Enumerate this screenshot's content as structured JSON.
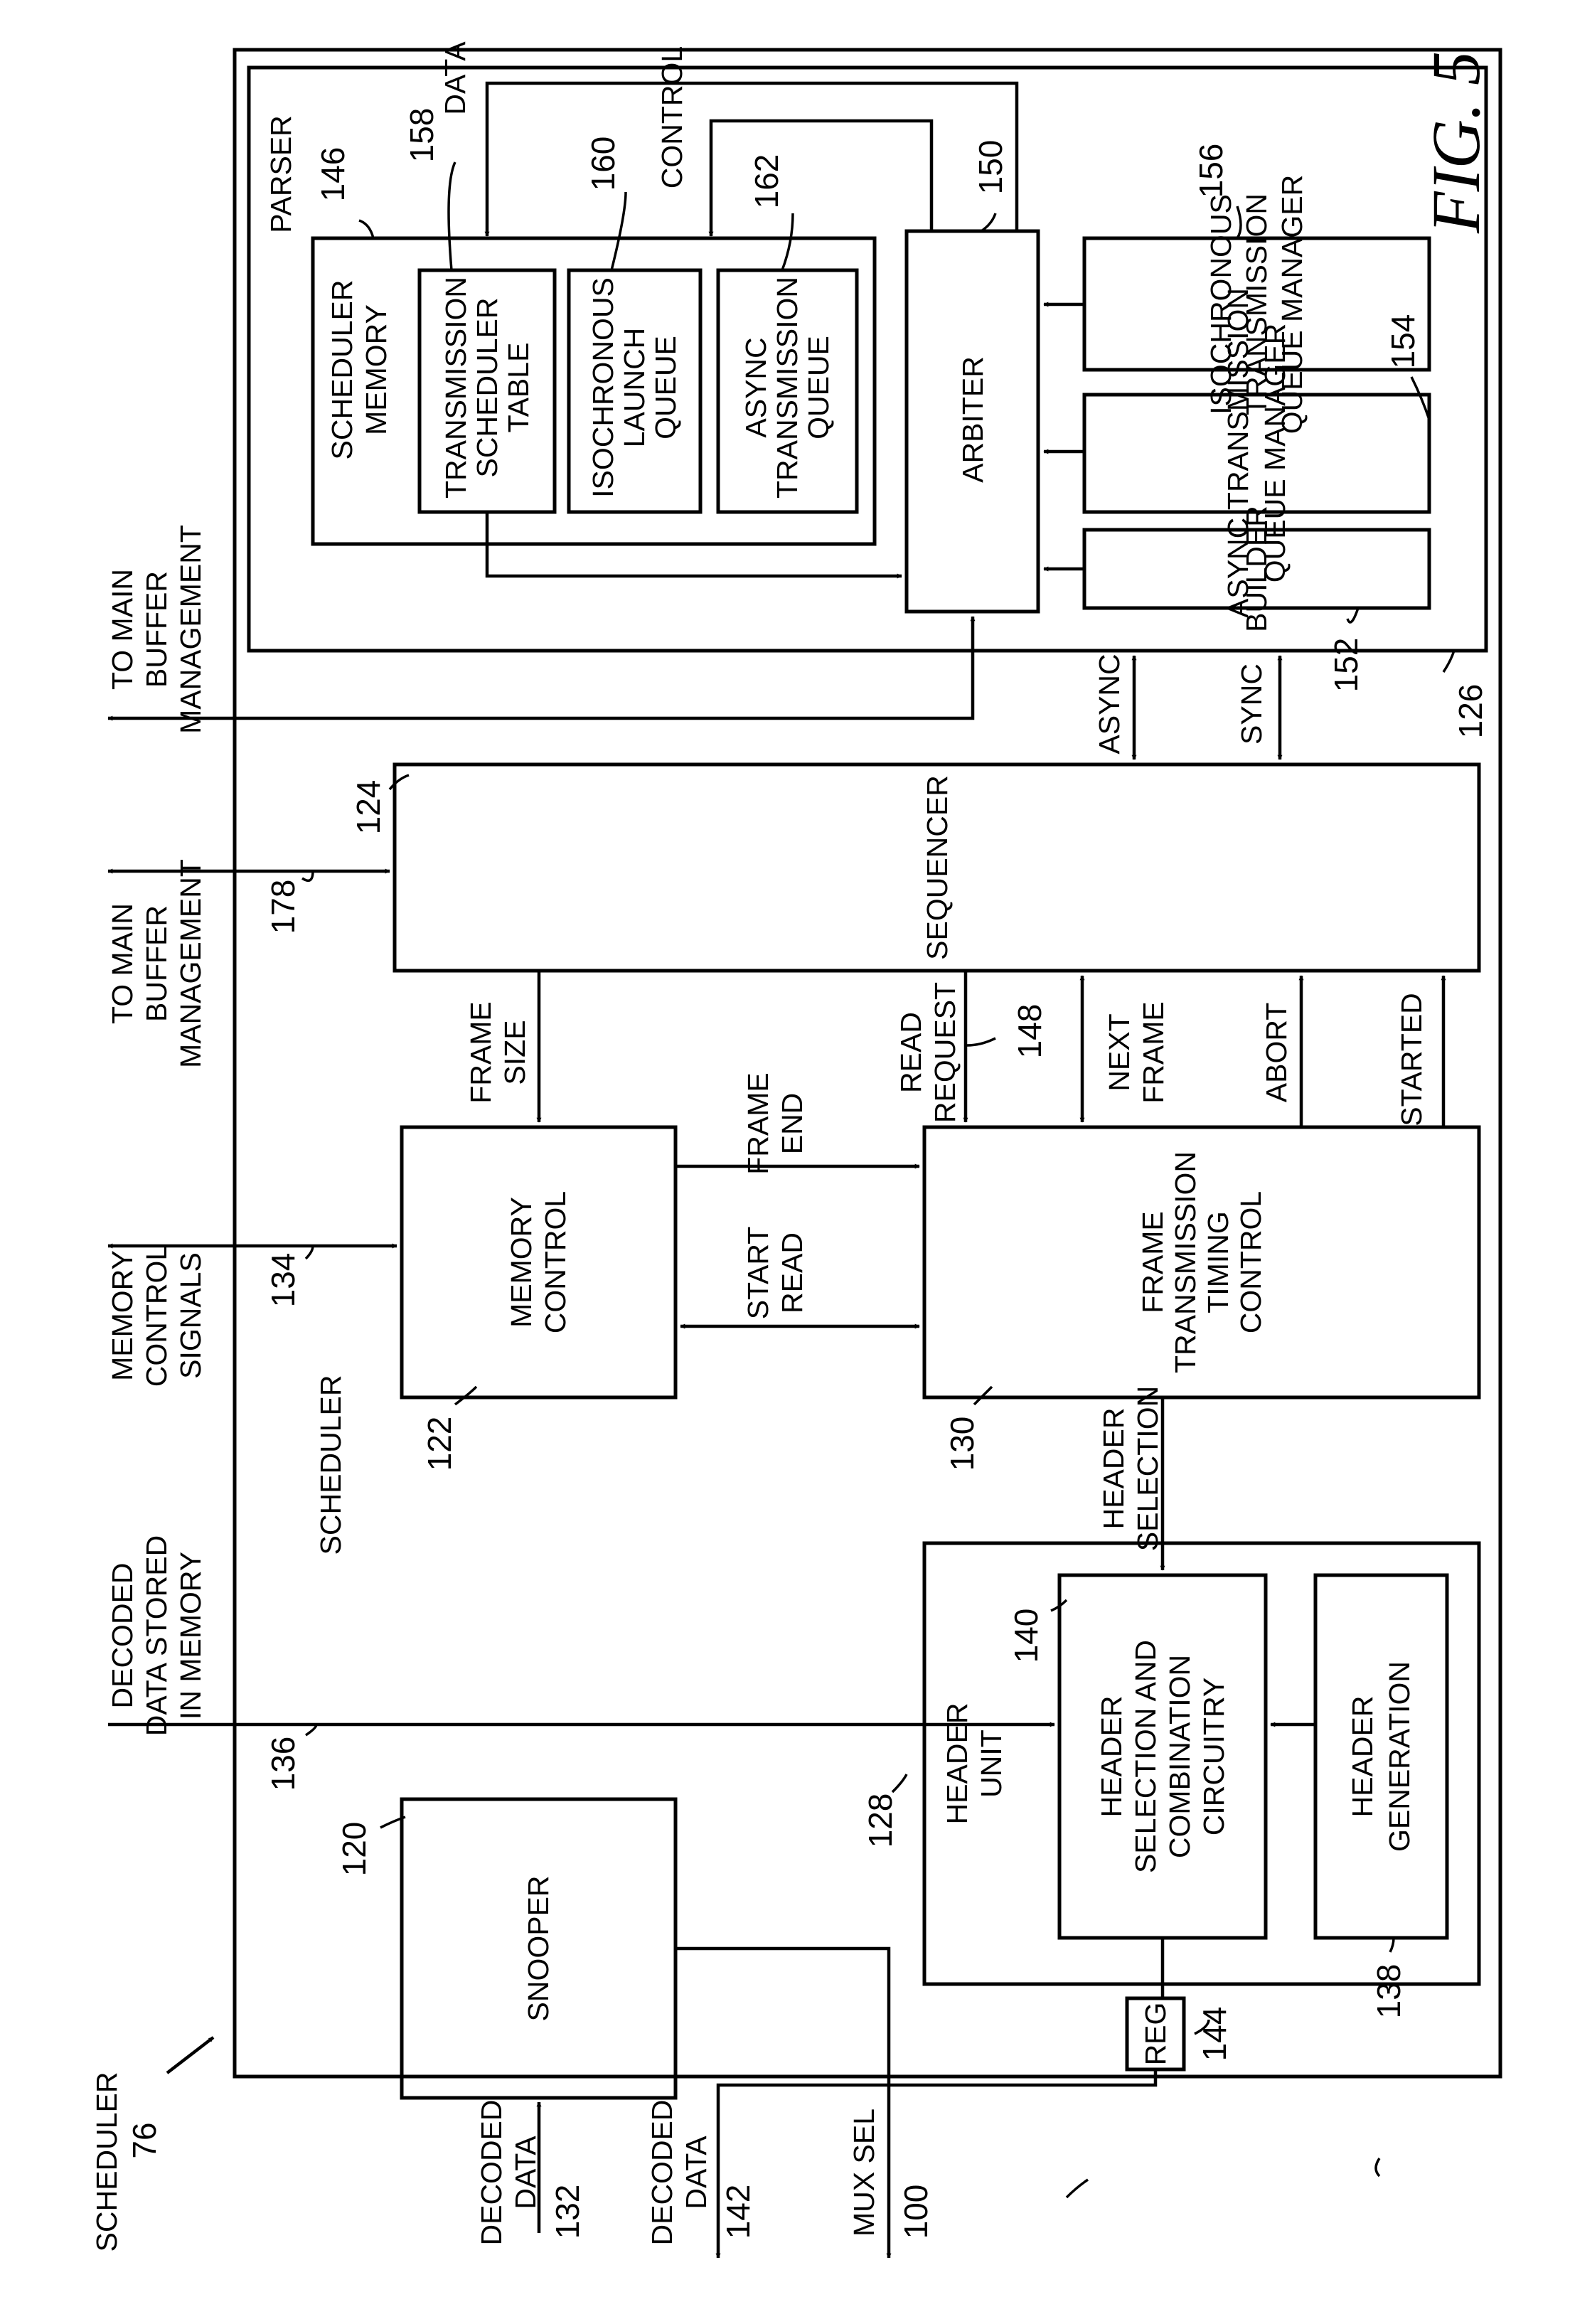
{
  "figure": {
    "label": "FIG.  5"
  },
  "scheduler": {
    "title": "SCHEDULER",
    "outer_ref": "SCHEDULER",
    "outer_num": "76"
  },
  "blocks": {
    "parser": {
      "label": "PARSER",
      "ref": "126"
    },
    "scheduler_memory": {
      "lines": [
        "SCHEDULER",
        "MEMORY"
      ],
      "ref": "146"
    },
    "transmission_scheduler_table": {
      "lines": [
        "TRANSMISSION",
        "SCHEDULER",
        "TABLE"
      ],
      "ref": "158"
    },
    "isochronous_launch_queue": {
      "lines": [
        "ISOCHRONOUS",
        "LAUNCH",
        "QUEUE"
      ],
      "ref": "160"
    },
    "async_transmission_queue": {
      "lines": [
        "ASYNC",
        "TRANSMISSION",
        "QUEUE"
      ],
      "ref": "162"
    },
    "arbiter": {
      "label": "ARBITER",
      "ref": "150"
    },
    "iso_queue_manager": {
      "lines": [
        "ISOCHRONOUS",
        "TRANSMISSION",
        "QUEUE MANAGER"
      ],
      "ref": "156"
    },
    "async_queue_manager": {
      "lines": [
        "ASYNC TRANSMISSION",
        "QUEUE MANAGER"
      ],
      "ref": "154"
    },
    "builder": {
      "label": "BUILDER",
      "ref": "152"
    },
    "sequencer": {
      "label": "SEQUENCER",
      "ref": "124"
    },
    "memory_control": {
      "lines": [
        "MEMORY",
        "CONTROL"
      ],
      "ref": "122"
    },
    "frame_timing": {
      "lines": [
        "FRAME",
        "TRANSMISSION",
        "TIMING",
        "CONTROL"
      ],
      "ref": "130"
    },
    "header_unit": {
      "lines": [
        "HEADER",
        "UNIT"
      ],
      "ref": "128"
    },
    "header_selection": {
      "lines": [
        "HEADER",
        "SELECTION AND",
        "COMBINATION",
        "CIRCUITRY"
      ],
      "ref": "140"
    },
    "header_generation": {
      "lines": [
        "HEADER",
        "GENERATION"
      ],
      "ref": "138"
    },
    "snooper": {
      "label": "SNOOPER",
      "ref": "120"
    },
    "reg": {
      "label": "REG",
      "ref": "144"
    }
  },
  "signals": {
    "data": "DATA",
    "control": "CONTROL",
    "async": "ASYNC",
    "sync": "SYNC",
    "frame_size": [
      "FRAME",
      "SIZE"
    ],
    "read_request": [
      "READ",
      "REQUEST"
    ],
    "read_request_ref": "148",
    "next_frame": [
      "NEXT",
      "FRAME"
    ],
    "abort": "ABORT",
    "started": "STARTED",
    "frame_end": [
      "FRAME",
      "END"
    ],
    "start_read": [
      "START",
      "READ"
    ],
    "header_selection": [
      "HEADER",
      "SELECTION"
    ],
    "to_main_buffer_1": [
      "TO MAIN",
      "BUFFER",
      "MANAGEMENT"
    ],
    "to_main_buffer_2": [
      "TO MAIN",
      "BUFFER",
      "MANAGEMENT"
    ],
    "to_main_buffer_2_ref": "178",
    "memory_control_signals": [
      "MEMORY",
      "CONTROL",
      "SIGNALS"
    ],
    "memory_control_signals_ref": "134",
    "decoded_data_stored": [
      "DECODED",
      "DATA STORED",
      "IN MEMORY"
    ],
    "decoded_data_stored_ref": "136",
    "decoded_data_in": [
      "DECODED",
      "DATA"
    ],
    "decoded_data_in_ref": "132",
    "decoded_data_out": [
      "DECODED",
      "DATA"
    ],
    "decoded_data_out_ref": "142",
    "mux_sel": "MUX SEL",
    "mux_sel_ref": "100"
  }
}
